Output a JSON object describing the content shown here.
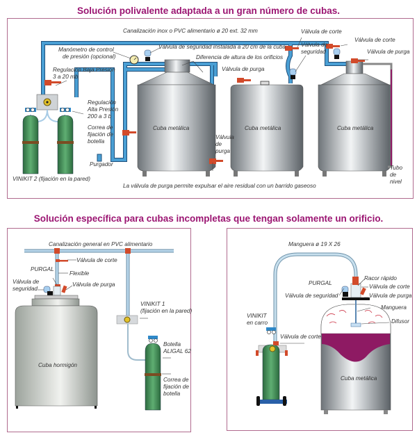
{
  "section1": {
    "title": "Solución polivalente adaptada a un gran número de cubas.",
    "labels": {
      "pipe": "Canalización inox o PVC alimentario ø 20 ext. 32 mm",
      "gauge_l1": "Manómetro de control",
      "gauge_l2": "de presión (opcional)",
      "safety_valve": "Válvula de seguridad instalada a 20 cm de la cuba",
      "height_diff": "Diferencia de altura de los orificios",
      "low_press_l1": "Regulación Baja Presión",
      "low_press_l2": "3 a 20 mb",
      "high_press_l1": "Regulación",
      "high_press_l2": "Alta Presión",
      "high_press_l3": "200 a 3 b",
      "strap_l1": "Correa de",
      "strap_l2": "fijación de",
      "strap_l3": "botella",
      "drain": "Purgador",
      "vinikit2": "VINIKIT 2 (fijación en la pared)",
      "purge_valve_mid": "Válvula de purga",
      "purge_vert_l1": "Válvula",
      "purge_vert_l2": "de",
      "purge_vert_l3": "purga",
      "cut_valve_a": "Válvula de corte",
      "safety_b_l1": "Válvula de",
      "safety_b_l2": "seguridad",
      "cut_valve_b": "Válvula de corte",
      "purge_valve_right": "Válvula de purga",
      "level_l1": "Tubo",
      "level_l2": "de",
      "level_l3": "nivel",
      "tank1": "Cuba metálica",
      "tank2": "Cuba metálica",
      "tank3": "Cuba metálica",
      "note": "La válvula de purga permite expulsar el aire residual con un barrido gaseoso"
    }
  },
  "section2": {
    "title": "Solución específica para cubas incompletas que tengan solamente un orificio.",
    "left": {
      "pipe": "Canalización general en PVC alimentario",
      "cut_valve": "Válvula de corte",
      "purgal": "PURGAL",
      "flexible": "Flexible",
      "safety_l1": "Válvula de",
      "safety_l2": "seguridad",
      "purge_valve": "Válvula de purga",
      "vinikit1_l1": "VINIKIT 1",
      "vinikit1_l2": "(fijación en la pared)",
      "bottle_l1": "Botella",
      "bottle_l2": "ALIGAL 62",
      "strap_l1": "Correa de",
      "strap_l2": "fijación de",
      "strap_l3": "botella",
      "tank": "Cuba hormigón"
    },
    "right": {
      "hose_top": "Manguera ø 19 X 26",
      "quick_coupling": "Racor rápido",
      "purgal": "PURGAL",
      "cut_valve": "Válvula de corte",
      "safety_valve": "Válvula de seguridad",
      "purge_valve": "Válvula de purga",
      "hose": "Manguera",
      "diffuser": "Difusor",
      "vinikit_l1": "VINIKIT",
      "vinikit_l2": "en carro",
      "cut_valve_cart": "Válvula de corte",
      "tank": "Cuba metálica"
    }
  },
  "colors": {
    "title": "#9b1572",
    "border": "#b06a8e",
    "pipe": "#4a9fd4",
    "pipe_dark": "#1f4f7a",
    "valve": "#d24a2a",
    "bottle": "#3d8a55",
    "wine": "#8e1a63"
  }
}
